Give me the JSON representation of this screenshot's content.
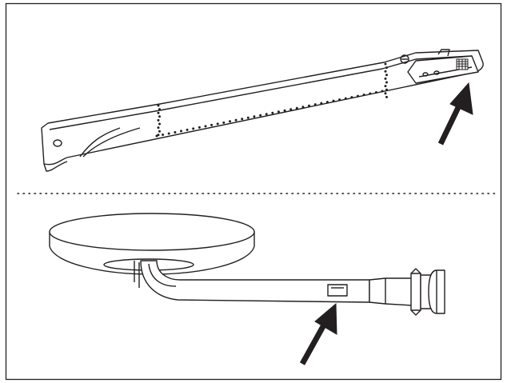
{
  "figure": {
    "panels": [
      {
        "id": "top",
        "subject": "burner-tube",
        "arrow_target": "burner-tube-air-shutter"
      },
      {
        "id": "bottom",
        "subject": "side-burner-with-venturi",
        "arrow_target": "venturi-air-opening"
      }
    ],
    "colors": {
      "stroke": "#231f20",
      "fill": "#ffffff",
      "arrow": "#231f20",
      "divider": "#231f20"
    }
  }
}
